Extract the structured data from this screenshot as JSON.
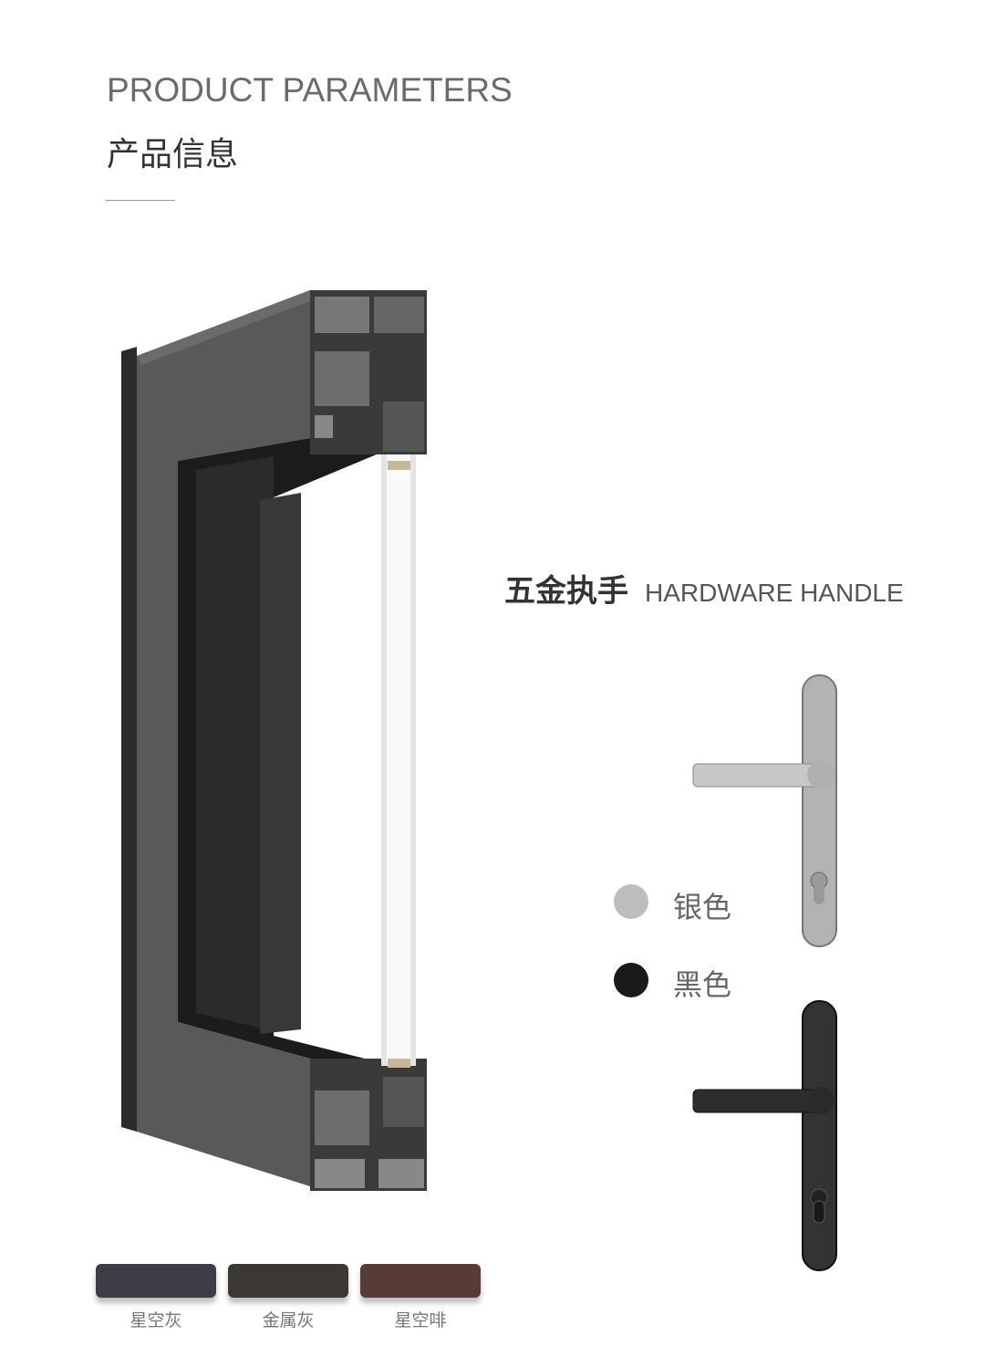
{
  "header": {
    "title_en": "PRODUCT PARAMETERS",
    "title_cn": "产品信息"
  },
  "hardware": {
    "title_cn": "五金执手",
    "title_en": "HARDWARE HANDLE",
    "colors": [
      {
        "label": "银色",
        "color": "#bdbdbd"
      },
      {
        "label": "黑色",
        "color": "#1a1a1a"
      }
    ]
  },
  "finishes": [
    {
      "label": "星空灰",
      "color": "#3c3d48"
    },
    {
      "label": "金属灰",
      "color": "#3b3833"
    },
    {
      "label": "星空啡",
      "color": "#583a36"
    }
  ]
}
